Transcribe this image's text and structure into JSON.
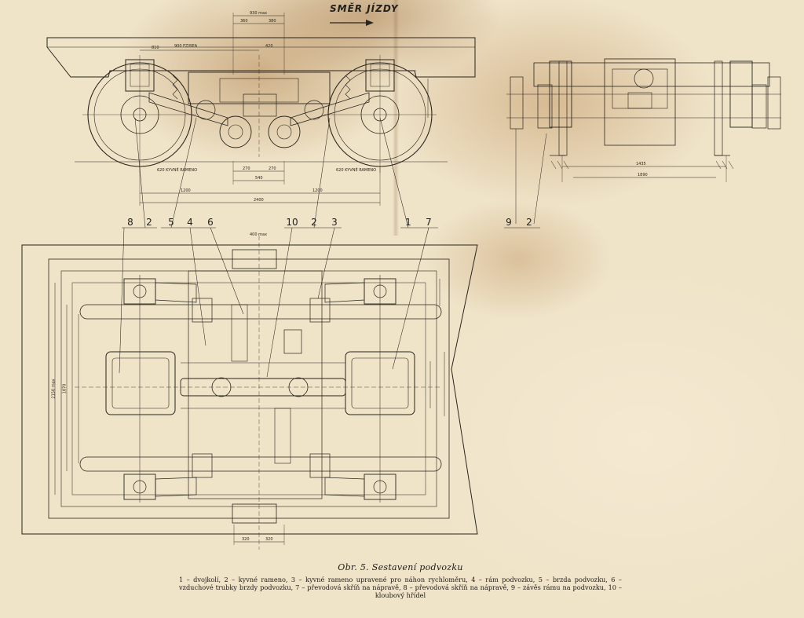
{
  "direction_label": "SMĚR JÍZDY",
  "callouts": {
    "side": [
      "8",
      "2",
      "5",
      "4",
      "6",
      "10",
      "2",
      "3",
      "1",
      "7"
    ],
    "end": [
      "9",
      "2"
    ]
  },
  "dimensions": {
    "d1": "930 max",
    "d2": "360",
    "d3": "380",
    "d4": "420",
    "d5": "900 FZ/REA",
    "d6": "810",
    "d7": "620 KYVNÉ RAMENO",
    "d8": "270",
    "d9": "270",
    "d10": "540",
    "d11": "620 KYVNÉ RAMENO",
    "d12": "1200",
    "d13": "1200",
    "d14": "2400",
    "d15": "1435",
    "d16": "1890",
    "d17": "400 max",
    "d18": "2150 max",
    "d19": "1870",
    "d20": "320",
    "d21": "320"
  },
  "caption": {
    "title": "Obr. 5. Sestavení podvozku",
    "legend": "1 – dvojkolí, 2 – kyvné rameno, 3 – kyvné rameno upravené pro náhon rychloměru, 4 – rám podvozku, 5 – brzda podvozku, 6 – vzduchové trubky brzdy podvozku, 7 – převodová skříň na nápravě, 8 – převodová skříň na nápravě, 9 – závěs rámu na podvozku, 10 – kloubový hřídel"
  }
}
